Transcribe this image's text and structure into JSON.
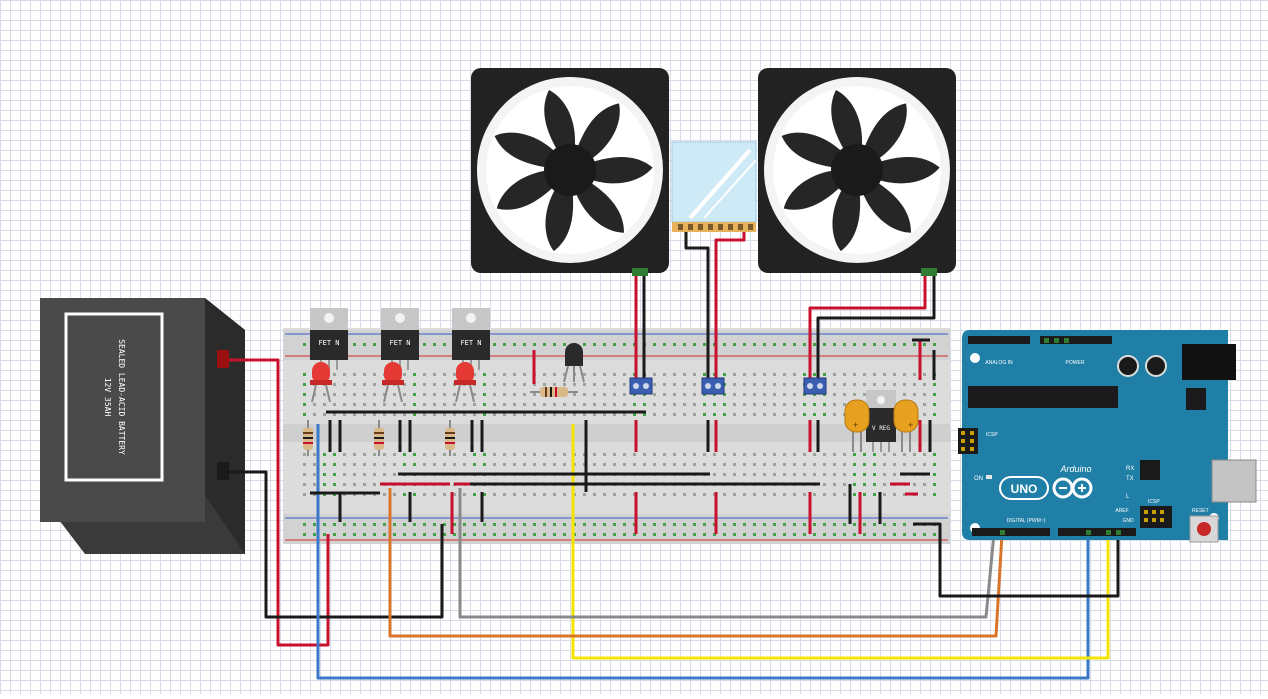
{
  "battery": {
    "line1": "SEALED LEAD-ACID BATTERY",
    "line2": "12V 35AH"
  },
  "mosfet_label": "FET N",
  "regulator_label": "V REG",
  "arduino": {
    "brand": "Arduino",
    "model": "UNO",
    "analog_in": "ANALOG IN",
    "power": "POWER",
    "digital": "DIGITAL (PWM~)",
    "icsp": "ICSP",
    "icsp_top": "ICSP",
    "reset": "RESET",
    "tx": "TX",
    "rx": "RX",
    "on": "ON",
    "l": "L",
    "aref": "AREF",
    "gnd": "GND"
  },
  "wire_colors": {
    "red": "#c8102e",
    "black": "#1a1a1a",
    "blue": "#3a78c9",
    "yellow": "#f5e400",
    "orange": "#d9752b",
    "gray": "#8a8a8a"
  }
}
